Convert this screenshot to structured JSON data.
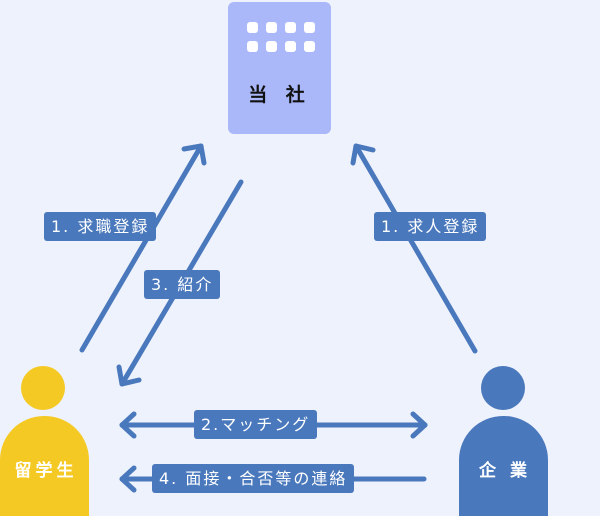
{
  "colors": {
    "background": "#EEF2FD",
    "building": "#AAB8FA",
    "student": "#F5C923",
    "company": "#4A78BC",
    "arrow": "#4A78BC",
    "label_bg": "#4A78BC",
    "label_text": "#FFFFFF"
  },
  "nodes": {
    "company_hq": {
      "label": "当 社",
      "icon": "office-building-icon"
    },
    "student": {
      "label": "留学生",
      "icon": "person-icon"
    },
    "company": {
      "label": "企 業",
      "icon": "person-icon"
    }
  },
  "flows": [
    {
      "id": "job-seeker-registration",
      "label": "1. 求職登録",
      "from": "student",
      "to": "company_hq"
    },
    {
      "id": "job-offer-registration",
      "label": "1. 求人登録",
      "from": "company",
      "to": "company_hq"
    },
    {
      "id": "introduction",
      "label": "3. 紹介",
      "from": "company_hq",
      "to": "student"
    },
    {
      "id": "matching",
      "label": "2.マッチング",
      "from": "student",
      "to": "company",
      "bidirectional": true
    },
    {
      "id": "interview-result-contact",
      "label": "4. 面接・合否等の連絡",
      "from": "company",
      "to": "student"
    }
  ]
}
